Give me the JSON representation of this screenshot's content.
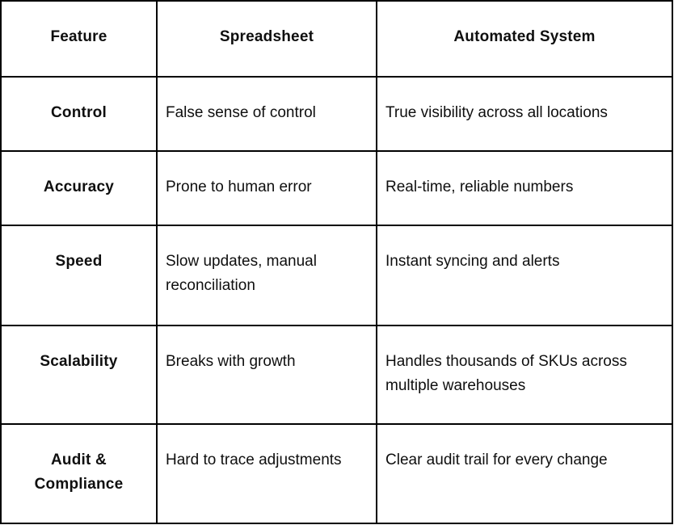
{
  "colors": {
    "border": "#000000",
    "text": "#0f0f0f",
    "background": "#ffffff"
  },
  "table": {
    "headers": {
      "feature": "Feature",
      "spreadsheet": "Spreadsheet",
      "automated": "Automated System"
    },
    "rows": [
      {
        "feature": "Control",
        "spreadsheet": "False sense of control",
        "automated": "True visibility across all locations"
      },
      {
        "feature": "Accuracy",
        "spreadsheet": "Prone to human error",
        "automated": "Real-time, reliable numbers"
      },
      {
        "feature": "Speed",
        "spreadsheet": "Slow updates, manual reconciliation",
        "automated": "Instant syncing and alerts"
      },
      {
        "feature": "Scalability",
        "spreadsheet": "Breaks with growth",
        "automated": "Handles thousands of SKUs across multiple warehouses"
      },
      {
        "feature": "Audit & Compliance",
        "spreadsheet": "Hard to trace adjustments",
        "automated": "Clear audit trail for every change"
      }
    ]
  }
}
